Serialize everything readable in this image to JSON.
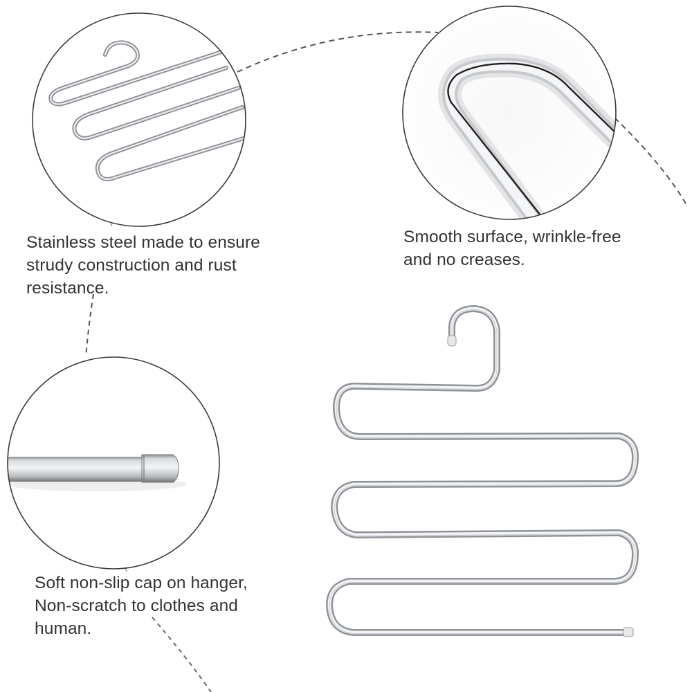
{
  "features": [
    {
      "id": "stainless-steel",
      "lines": [
        "Stainless steel made to ensure",
        "strudy construction and rust",
        "resistance."
      ]
    },
    {
      "id": "smooth-surface",
      "lines": [
        "Smooth surface, wrinkle-free",
        "and no creases."
      ]
    },
    {
      "id": "non-slip-cap",
      "lines": [
        "Soft non-slip cap on hanger,",
        "Non-scratch to clothes and",
        "human."
      ]
    }
  ],
  "colors": {
    "text": "#333333",
    "circle_outline": "#3a3a3a",
    "dashed_line": "#555555",
    "steel_dark": "#8a8d92",
    "steel_light": "#e6e8ea",
    "background": "#ffffff"
  },
  "product": {
    "name": "S-shaped multi-layer stainless steel pants hanger",
    "tiers": 5
  }
}
